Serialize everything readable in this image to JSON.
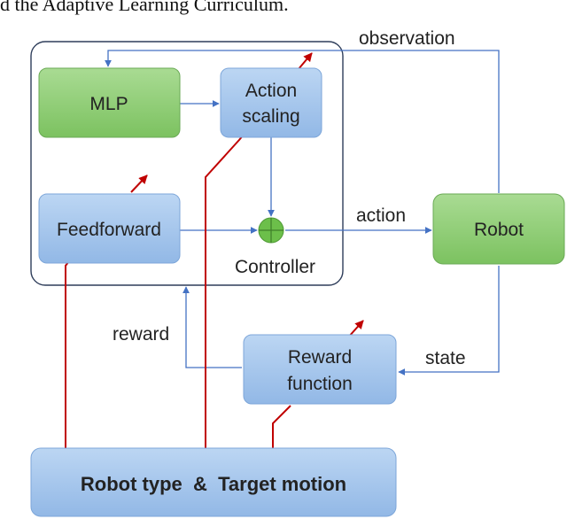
{
  "caption": "d the Adaptive Learning Curriculum.",
  "blocks": {
    "mlp": "MLP",
    "action_scaling_line1": "Action",
    "action_scaling_line2": "scaling",
    "feedforward": "Feedforward",
    "robot": "Robot",
    "reward_function_line1": "Reward",
    "reward_function_line2": "function",
    "robot_type_target_motion": "Robot type  &  Target motion"
  },
  "labels": {
    "controller": "Controller",
    "observation": "observation",
    "action": "action",
    "reward": "reward",
    "state": "state"
  },
  "colors": {
    "green_fill": "#8fcf78",
    "blue_fill": "#a9c8ec",
    "arrow_blue": "#4472c4",
    "arrow_red": "#c00000",
    "sum_node": "#6cbf4a"
  }
}
